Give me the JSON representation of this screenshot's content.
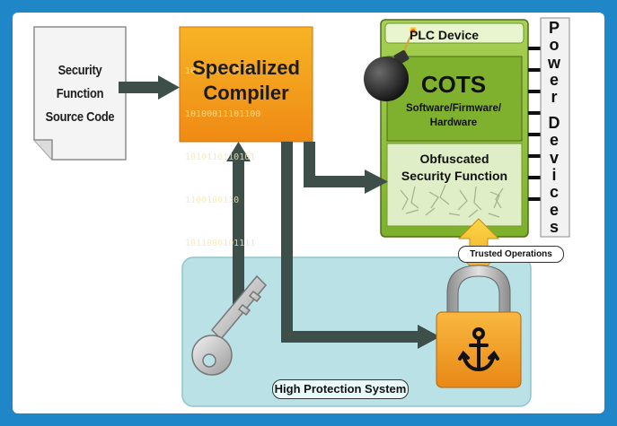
{
  "source_document": {
    "label": "Security Function Source Code"
  },
  "compiler": {
    "binary_lines": [
      "1011100110100",
      "10100011101100",
      "1010110110101",
      "1100100110",
      "1011000101111"
    ],
    "title_line1": "Specialized",
    "title_line2": "Compiler"
  },
  "plc": {
    "title": "PLC Device",
    "cots_title": "COTS",
    "cots_sub1": "Software/Firmware/",
    "cots_sub2": "Hardware",
    "obf_line1": "Obfuscated",
    "obf_line2": "Security Function"
  },
  "power_devices": {
    "letters": [
      "P",
      "o",
      "w",
      "e",
      "r",
      "",
      "D",
      "e",
      "v",
      "i",
      "c",
      "e",
      "s"
    ]
  },
  "trusted_operations": {
    "label": "Trusted Operations"
  },
  "protection_system": {
    "label": "High Protection System"
  },
  "colors": {
    "frame": "#1f86c8",
    "arrow": "#3d4f48",
    "compiler": "#f5a51f",
    "plc": "#8cbf3a",
    "protection": "#b9e1e6",
    "trusted_arrow": "#f5c518",
    "lock": "#f0a020"
  }
}
